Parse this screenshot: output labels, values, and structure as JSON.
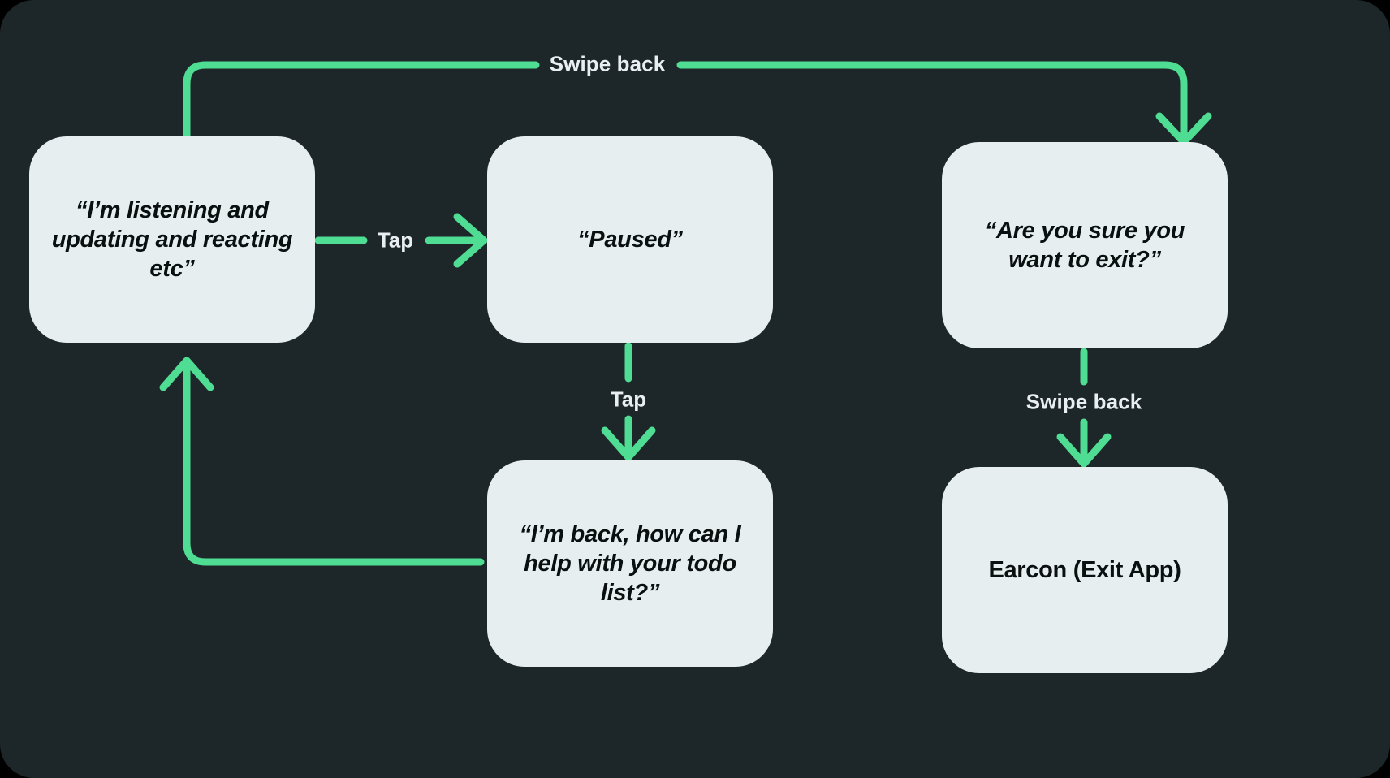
{
  "theme": {
    "background": "#1d2628",
    "page_backdrop": "#000000",
    "node_fill": "#e7eeef",
    "node_text": "#0a0f10",
    "connector": "#4fdd93",
    "label_text": "#e9eef0"
  },
  "diagram": {
    "type": "flowchart",
    "nodes": [
      {
        "id": "listening",
        "label": "“I’m listening and updating and reacting etc”",
        "style": "italic"
      },
      {
        "id": "paused",
        "label": "“Paused”",
        "style": "italic"
      },
      {
        "id": "confirm",
        "label": "“Are you sure you want to exit?”",
        "style": "italic"
      },
      {
        "id": "back",
        "label": "“I’m back, how can I help with your todo list?”",
        "style": "italic"
      },
      {
        "id": "earcon",
        "label": "Earcon (Exit App)",
        "style": "upright"
      }
    ],
    "edges": [
      {
        "id": "listening-to-confirm",
        "from": "listening",
        "to": "confirm",
        "label": "Swipe back"
      },
      {
        "id": "listening-to-paused",
        "from": "listening",
        "to": "paused",
        "label": "Tap"
      },
      {
        "id": "paused-to-back",
        "from": "paused",
        "to": "back",
        "label": "Tap"
      },
      {
        "id": "confirm-to-earcon",
        "from": "confirm",
        "to": "earcon",
        "label": "Swipe back"
      },
      {
        "id": "back-to-listening",
        "from": "back",
        "to": "listening",
        "label": ""
      }
    ]
  }
}
